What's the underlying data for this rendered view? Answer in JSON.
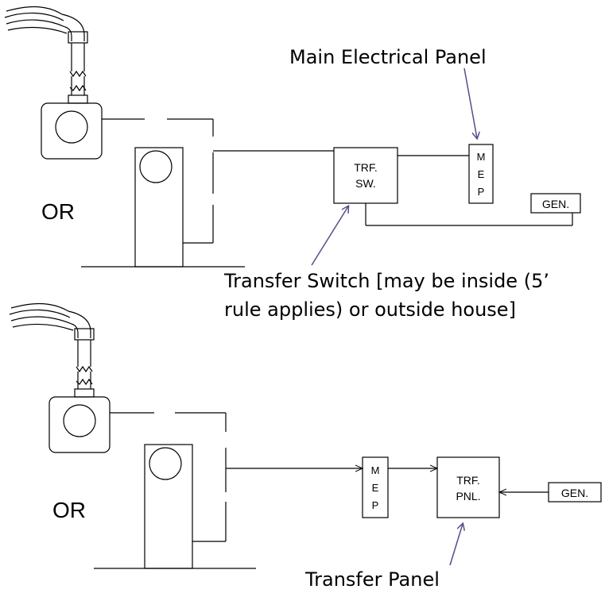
{
  "diagram_top": {
    "or_label": "OR",
    "switch_label_line1": "TRF.",
    "switch_label_line2": "SW.",
    "mep_letters": [
      "M",
      "E",
      "P"
    ],
    "gen_label": "GEN.",
    "callout_main_panel": "Main Electrical Panel",
    "callout_switch_line1": "Transfer Switch [may be inside (5’",
    "callout_switch_line2": "rule applies) or outside house]"
  },
  "diagram_bottom": {
    "or_label": "OR",
    "mep_letters": [
      "M",
      "E",
      "P"
    ],
    "panel_label_line1": "TRF.",
    "panel_label_line2": "PNL.",
    "gen_label": "GEN.",
    "callout_panel": "Transfer Panel"
  },
  "colors": {
    "line": "#000000",
    "callout_arrow": "#5b4a8a",
    "callout_text": "#000000"
  }
}
